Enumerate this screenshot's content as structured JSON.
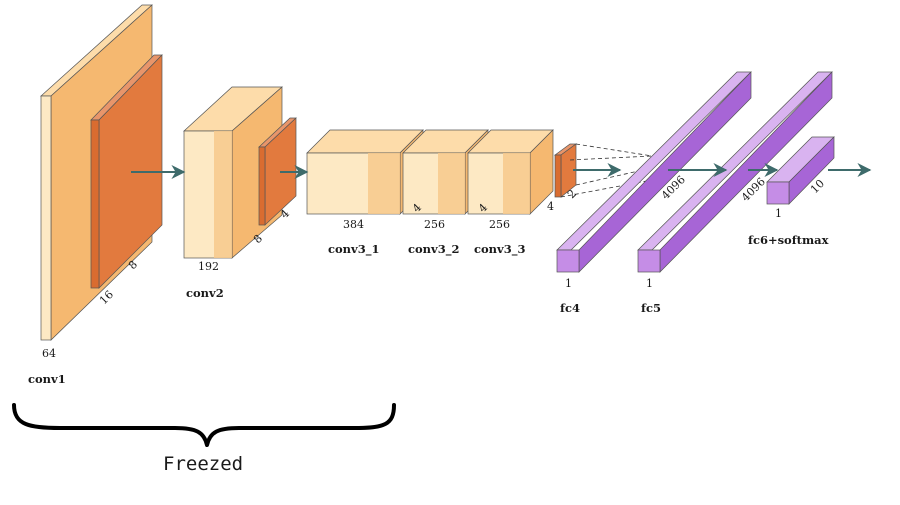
{
  "layers": {
    "conv1": {
      "label": "conv1",
      "dim_a": "64",
      "dim_b": "16",
      "dim_c": "8"
    },
    "conv2": {
      "label": "conv2",
      "dim_a": "192",
      "dim_b": "8",
      "dim_c": "4"
    },
    "conv3_1": {
      "label": "conv3_1",
      "dim_a": "384"
    },
    "conv3_2": {
      "label": "conv3_2",
      "dim_a": "256",
      "dim_b": "4"
    },
    "conv3_3": {
      "label": "conv3_3",
      "dim_a": "256",
      "dim_b": "4",
      "dim_c": "4",
      "dim_d": "2"
    },
    "fc4": {
      "label": "fc4",
      "dim_a": "1",
      "dim_b": "4096"
    },
    "fc5": {
      "label": "fc5",
      "dim_a": "1",
      "dim_b": "4096"
    },
    "fc6": {
      "label": "fc6+softmax",
      "dim_a": "1",
      "dim_b": "10"
    }
  },
  "freezed_label": "Freezed",
  "colors": {
    "conv_light": "#fde9c4",
    "conv_band": "#f7c98c",
    "conv_top": "#fddcaa",
    "conv_side": "#f5b870",
    "pool_front": "#e27a3e",
    "pool_side": "#e8956a",
    "fc_front": "#c58de6",
    "fc_top": "#d9b3f0",
    "fc_side": "#a765d6",
    "arrow": "#3e6b6b"
  }
}
